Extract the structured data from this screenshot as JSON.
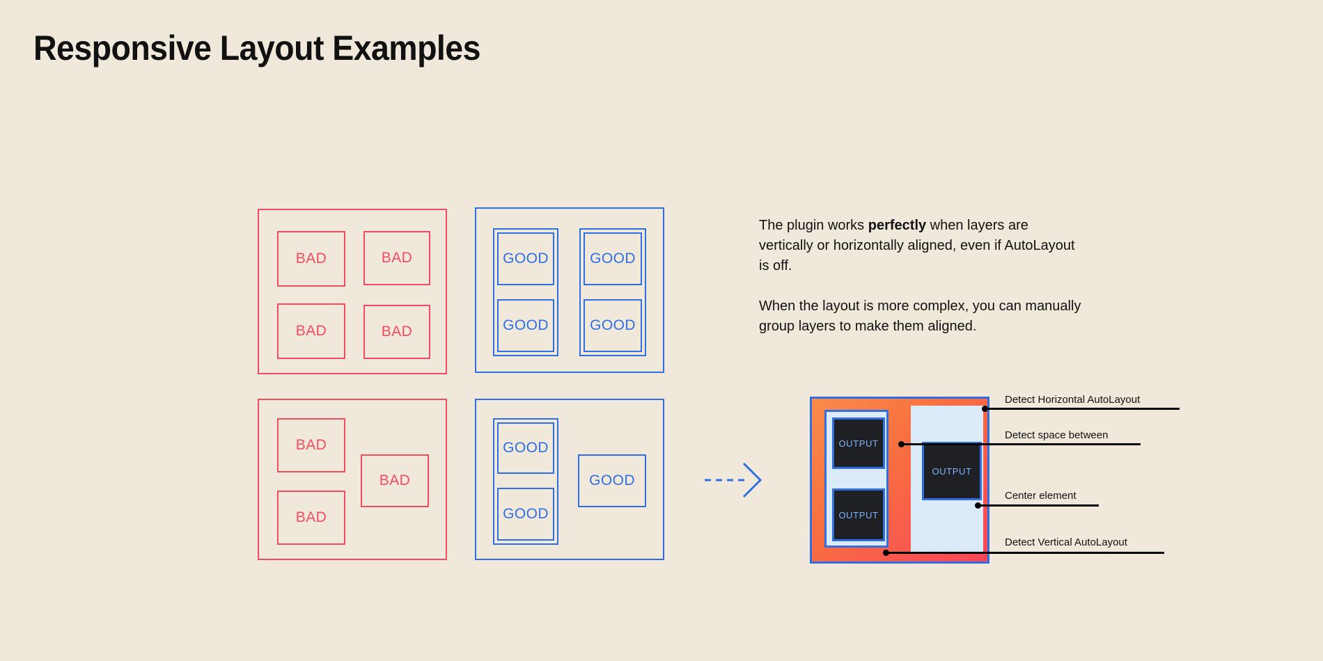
{
  "page": {
    "title": "Responsive Layout Examples",
    "background_color": "#F0E9DB",
    "bad_color": "#F04B5E",
    "good_color": "#2F6FE0",
    "text_color": "#111111"
  },
  "examples": {
    "bad_grid": {
      "kind": "bad",
      "cells": [
        {
          "label": "BAD"
        },
        {
          "label": "BAD"
        },
        {
          "label": "BAD"
        },
        {
          "label": "BAD"
        }
      ]
    },
    "good_grid": {
      "kind": "good",
      "cells": [
        {
          "label": "GOOD"
        },
        {
          "label": "GOOD"
        },
        {
          "label": "GOOD"
        },
        {
          "label": "GOOD"
        }
      ]
    },
    "bad_complex": {
      "kind": "bad",
      "cells": [
        {
          "label": "BAD"
        },
        {
          "label": "BAD"
        },
        {
          "label": "BAD"
        }
      ]
    },
    "good_complex": {
      "kind": "good",
      "cells": [
        {
          "label": "GOOD"
        },
        {
          "label": "GOOD"
        },
        {
          "label": "GOOD"
        }
      ]
    }
  },
  "arrow": {
    "icon": "dashed-arrow-right-icon",
    "color": "#2F6FE0"
  },
  "description": {
    "paragraph_1_part_1": "The plugin works ",
    "paragraph_1_emphasis": "perfectly",
    "paragraph_1_part_2": " when layers are vertically or horizontally aligned, even if AutoLayout is off.",
    "paragraph_2": "When the layout is more complex, you can manually group layers to make them aligned."
  },
  "diagram": {
    "panel_gradient_from": "#F98C4B",
    "panel_gradient_to": "#F8455A",
    "border_color": "#2F6FE0",
    "column_fill": "#DCEBFA",
    "output_boxes": [
      {
        "label": "OUTPUT"
      },
      {
        "label": "OUTPUT"
      },
      {
        "label": "OUTPUT"
      }
    ],
    "callouts": [
      {
        "label": "Detect Horizontal AutoLayout"
      },
      {
        "label": "Detect space between"
      },
      {
        "label": "Center element"
      },
      {
        "label": "Detect Vertical AutoLayout"
      }
    ]
  }
}
